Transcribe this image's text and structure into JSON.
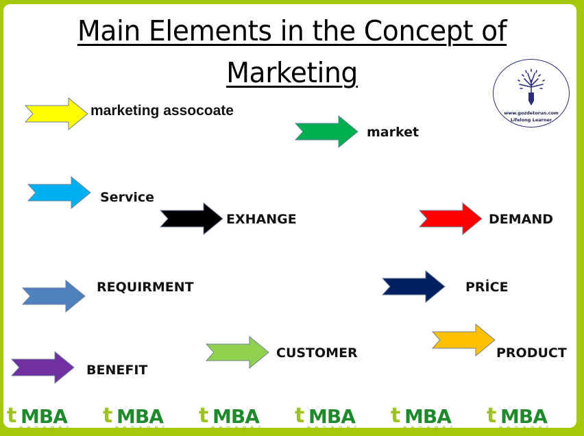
{
  "title": {
    "line1": "Main Elements in the Concept of",
    "line2": "Marketing"
  },
  "logo": {
    "icon": "pencil-tree-icon",
    "url_text": "www.gozdetorun.com",
    "tagline": "Lifelong Learner",
    "color": "#1a1d4e"
  },
  "frame_color": "#a5c80a",
  "elements": [
    {
      "label": "marketing assocoate",
      "arrow_color": "#ffff00"
    },
    {
      "label": "market",
      "arrow_color": "#00b050"
    },
    {
      "label": "Service",
      "arrow_color": "#00b0f0"
    },
    {
      "label": "EXHANGE",
      "arrow_color": "#000000"
    },
    {
      "label": "DEMAND",
      "arrow_color": "#ff0000"
    },
    {
      "label": "REQUIRMENT",
      "arrow_color": "#4f81bd"
    },
    {
      "label": "PRİCE",
      "arrow_color": "#002060"
    },
    {
      "label": "CUSTOMER",
      "arrow_color": "#92d050"
    },
    {
      "label": "PRODUCT",
      "arrow_color": "#ffc000"
    },
    {
      "label": "BENEFIT",
      "arrow_color": "#7030a0"
    }
  ],
  "footer": {
    "brand_t": "t",
    "brand_word": "MBA",
    "brand_sub": "eenager",
    "repeat_count": 6
  }
}
